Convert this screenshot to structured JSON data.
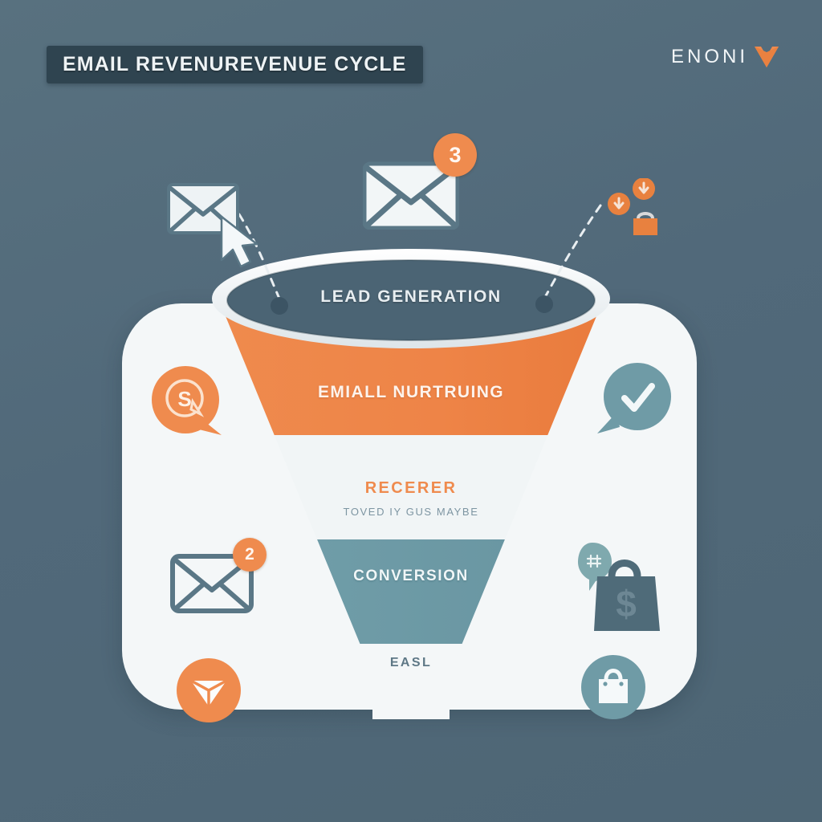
{
  "header": {
    "title": "EMAIL REVENUREVENUE CYCLE",
    "logo_text": "ENONI",
    "logo_mark": "heart-chevron-mark"
  },
  "theme": {
    "background": "#516b7a",
    "card": "#f4f7f8",
    "accent_orange": "#ef8b4e",
    "accent_teal": "#6c9aa6",
    "dark_slate": "#4b6474",
    "title_bar": "#2f4450"
  },
  "chart_data": {
    "type": "funnel",
    "title": "EMAIL REVENUREVENUE CYCLE",
    "stages": [
      {
        "label": "LEAD GENERATION",
        "color": "#4b6474",
        "sublabel": ""
      },
      {
        "label": "EMIALL NURTRUING",
        "color": "#ef8b4e",
        "sublabel": ""
      },
      {
        "label": "RECERER",
        "color": "#f1f5f6",
        "sublabel": "TOVED IY GUS MAYBE"
      },
      {
        "label": "CONVERSION",
        "color": "#6c9aa6",
        "sublabel": ""
      },
      {
        "label": "EASL",
        "color": "#f4f7f8",
        "sublabel": ""
      }
    ]
  },
  "funnel": {
    "rim_label": "LEAD GENERATION",
    "band_nurture": "EMIALL NURTRUING",
    "band_recerer": "RECERER",
    "band_recerer_sub": "TOVED IY GUS MAYBE",
    "band_conversion": "CONVERSION",
    "band_easl": "EASL"
  },
  "icons": {
    "envelope_top": {
      "name": "envelope-icon",
      "badge": "3"
    },
    "envelope_left_top": {
      "name": "envelope-cursor-icon",
      "badge": ""
    },
    "envelope_left_bottom": {
      "name": "envelope-outline-icon",
      "badge": "2"
    },
    "cursor": {
      "name": "cursor-arrow-icon"
    },
    "top_right_cluster": {
      "badge_a": "download-icon",
      "badge_b": "download-icon",
      "bag": "shopping-bag-icon"
    },
    "bubble_dollar": {
      "name": "dollar-speech-bubble-icon",
      "glyph": "S"
    },
    "bubble_check": {
      "name": "check-speech-bubble-icon",
      "glyph": "check"
    },
    "bag_dollar": {
      "name": "shopping-bag-dollar-icon",
      "glyph": "$"
    },
    "circle_send": {
      "name": "send-triangle-icon"
    },
    "circle_bag": {
      "name": "shopping-bag-circle-icon"
    }
  }
}
